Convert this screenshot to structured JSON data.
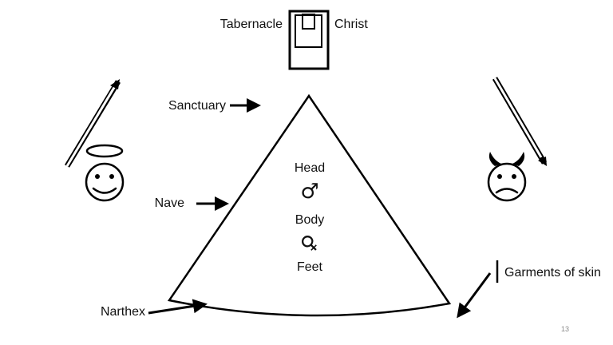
{
  "slide": {
    "page_number": "13"
  },
  "labels": {
    "tabernacle": "Tabernacle",
    "christ": "Christ",
    "sanctuary": "Sanctuary",
    "nave": "Nave",
    "narthex": "Narthex",
    "head": "Head",
    "body": "Body",
    "feet": "Feet",
    "garments": "Garments of skin"
  },
  "symbols": {
    "male": "♂",
    "female": "♀"
  },
  "icons": {
    "tabernacle": "tabernacle-icon",
    "angel": "angel-smiley-icon",
    "devil": "devil-frowny-icon",
    "up_arrow": "up-right-arrow-icon",
    "down_arrow": "down-right-arrow-icon"
  },
  "colors": {
    "ink": "#000000",
    "text": "#111111",
    "page_number": "#8a8a8a",
    "background": "#ffffff"
  }
}
